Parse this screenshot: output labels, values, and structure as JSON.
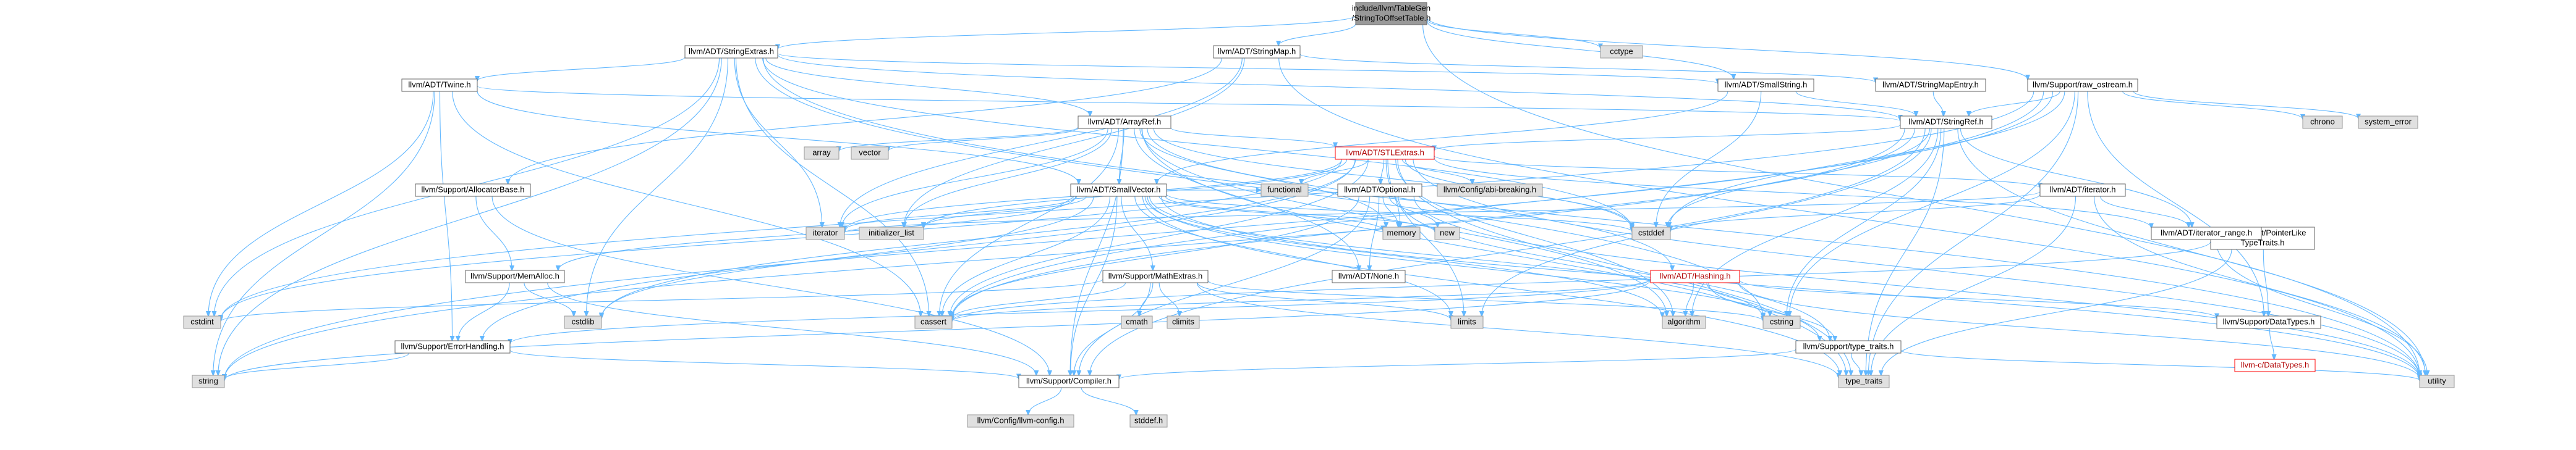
{
  "colors": {
    "root_fill": "#999999",
    "internal_fill": "#ffffff",
    "system_fill": "#e0e0e0",
    "truncated_border": "#ff0000",
    "normal_border": "#666666",
    "edge": "#63b8ff",
    "text": "#000000",
    "truncated_text": "#b00000"
  },
  "nodes": [
    {
      "id": "root",
      "label": [
        "include/llvm/TableGen",
        "/StringToOffsetTable.h"
      ],
      "kind": "root"
    },
    {
      "id": "stringextras",
      "label": [
        "llvm/ADT/StringExtras.h"
      ],
      "kind": "internal"
    },
    {
      "id": "stringmap",
      "label": [
        "llvm/ADT/StringMap.h"
      ],
      "kind": "internal"
    },
    {
      "id": "cctype",
      "label": [
        "cctype"
      ],
      "kind": "system"
    },
    {
      "id": "smallstring",
      "label": [
        "llvm/ADT/SmallString.h"
      ],
      "kind": "internal"
    },
    {
      "id": "stringmapentry",
      "label": [
        "llvm/ADT/StringMapEntry.h"
      ],
      "kind": "internal"
    },
    {
      "id": "raw_ostream",
      "label": [
        "llvm/Support/raw_ostream.h"
      ],
      "kind": "internal"
    },
    {
      "id": "twine",
      "label": [
        "llvm/ADT/Twine.h"
      ],
      "kind": "internal"
    },
    {
      "id": "arrayref",
      "label": [
        "llvm/ADT/ArrayRef.h"
      ],
      "kind": "internal"
    },
    {
      "id": "stringref",
      "label": [
        "llvm/ADT/StringRef.h"
      ],
      "kind": "internal"
    },
    {
      "id": "chrono",
      "label": [
        "chrono"
      ],
      "kind": "system"
    },
    {
      "id": "system_error",
      "label": [
        "system_error"
      ],
      "kind": "system"
    },
    {
      "id": "array",
      "label": [
        "array"
      ],
      "kind": "system"
    },
    {
      "id": "vector",
      "label": [
        "vector"
      ],
      "kind": "system"
    },
    {
      "id": "stlextras",
      "label": [
        "llvm/ADT/STLExtras.h"
      ],
      "kind": "truncated"
    },
    {
      "id": "allocatorbase",
      "label": [
        "llvm/Support/AllocatorBase.h"
      ],
      "kind": "internal"
    },
    {
      "id": "smallvector",
      "label": [
        "llvm/ADT/SmallVector.h"
      ],
      "kind": "internal"
    },
    {
      "id": "functional",
      "label": [
        "functional"
      ],
      "kind": "system"
    },
    {
      "id": "optional",
      "label": [
        "llvm/ADT/Optional.h"
      ],
      "kind": "internal"
    },
    {
      "id": "abibreaking",
      "label": [
        "llvm/Config/abi-breaking.h"
      ],
      "kind": "system"
    },
    {
      "id": "adtiterator",
      "label": [
        "llvm/ADT/iterator.h"
      ],
      "kind": "internal"
    },
    {
      "id": "pointerliketraits",
      "label": [
        "llvm/Support/PointerLike",
        "TypeTraits.h"
      ],
      "kind": "internal"
    },
    {
      "id": "iterator",
      "label": [
        "iterator"
      ],
      "kind": "system"
    },
    {
      "id": "initializer_list",
      "label": [
        "initializer_list"
      ],
      "kind": "system"
    },
    {
      "id": "memory",
      "label": [
        "memory"
      ],
      "kind": "system"
    },
    {
      "id": "new",
      "label": [
        "new"
      ],
      "kind": "system"
    },
    {
      "id": "cstddef",
      "label": [
        "cstddef"
      ],
      "kind": "system"
    },
    {
      "id": "iterator_range",
      "label": [
        "llvm/ADT/iterator_range.h"
      ],
      "kind": "internal"
    },
    {
      "id": "memalloc",
      "label": [
        "llvm/Support/MemAlloc.h"
      ],
      "kind": "internal"
    },
    {
      "id": "mathextras",
      "label": [
        "llvm/Support/MathExtras.h"
      ],
      "kind": "internal"
    },
    {
      "id": "none",
      "label": [
        "llvm/ADT/None.h"
      ],
      "kind": "internal"
    },
    {
      "id": "hashing",
      "label": [
        "llvm/ADT/Hashing.h"
      ],
      "kind": "truncated"
    },
    {
      "id": "datatypes",
      "label": [
        "llvm/Support/DataTypes.h"
      ],
      "kind": "internal"
    },
    {
      "id": "cstdint",
      "label": [
        "cstdint"
      ],
      "kind": "system"
    },
    {
      "id": "cstdlib",
      "label": [
        "cstdlib"
      ],
      "kind": "system"
    },
    {
      "id": "cassert",
      "label": [
        "cassert"
      ],
      "kind": "system"
    },
    {
      "id": "cmath",
      "label": [
        "cmath"
      ],
      "kind": "system"
    },
    {
      "id": "climits",
      "label": [
        "climits"
      ],
      "kind": "system"
    },
    {
      "id": "limits",
      "label": [
        "limits"
      ],
      "kind": "system"
    },
    {
      "id": "algorithm",
      "label": [
        "algorithm"
      ],
      "kind": "system"
    },
    {
      "id": "cstring",
      "label": [
        "cstring"
      ],
      "kind": "system"
    },
    {
      "id": "type_traits_h",
      "label": [
        "llvm/Support/type_traits.h"
      ],
      "kind": "internal"
    },
    {
      "id": "errorhandling",
      "label": [
        "llvm/Support/ErrorHandling.h"
      ],
      "kind": "internal"
    },
    {
      "id": "string",
      "label": [
        "string"
      ],
      "kind": "system"
    },
    {
      "id": "compiler",
      "label": [
        "llvm/Support/Compiler.h"
      ],
      "kind": "internal"
    },
    {
      "id": "type_traits",
      "label": [
        "type_traits"
      ],
      "kind": "system"
    },
    {
      "id": "utility",
      "label": [
        "utility"
      ],
      "kind": "system"
    },
    {
      "id": "llvmc_datatypes",
      "label": [
        "llvm-c/DataTypes.h"
      ],
      "kind": "truncated"
    },
    {
      "id": "llvmconfig",
      "label": [
        "llvm/Config/llvm-config.h"
      ],
      "kind": "system"
    },
    {
      "id": "stddef",
      "label": [
        "stddef.h"
      ],
      "kind": "system"
    }
  ],
  "edges": [
    [
      "root",
      "stringextras"
    ],
    [
      "root",
      "stringmap"
    ],
    [
      "root",
      "cctype"
    ],
    [
      "root",
      "smallstring"
    ],
    [
      "root",
      "raw_ostream"
    ],
    [
      "root",
      "utility"
    ],
    [
      "stringextras",
      "twine"
    ],
    [
      "stringextras",
      "arrayref"
    ],
    [
      "stringextras",
      "smallstring"
    ],
    [
      "stringextras",
      "stringref"
    ],
    [
      "stringextras",
      "cassert"
    ],
    [
      "stringextras",
      "cstddef"
    ],
    [
      "stringextras",
      "cstdint"
    ],
    [
      "stringextras",
      "cstdlib"
    ],
    [
      "stringextras",
      "cstring"
    ],
    [
      "stringextras",
      "iterator"
    ],
    [
      "stringextras",
      "string"
    ],
    [
      "stringextras",
      "utility"
    ],
    [
      "stringmap",
      "stringmapentry"
    ],
    [
      "stringmap",
      "allocatorbase"
    ],
    [
      "stringmap",
      "iterator"
    ],
    [
      "stringmap",
      "initializer_list"
    ],
    [
      "stringmap",
      "utility"
    ],
    [
      "smallstring",
      "smallvector"
    ],
    [
      "smallstring",
      "stringref"
    ],
    [
      "smallstring",
      "cstddef"
    ],
    [
      "stringmapentry",
      "stringref"
    ],
    [
      "raw_ostream",
      "stringref"
    ],
    [
      "raw_ostream",
      "datatypes"
    ],
    [
      "raw_ostream",
      "cassert"
    ],
    [
      "raw_ostream",
      "chrono"
    ],
    [
      "raw_ostream",
      "cstddef"
    ],
    [
      "raw_ostream",
      "cstdint"
    ],
    [
      "raw_ostream",
      "cstring"
    ],
    [
      "raw_ostream",
      "string"
    ],
    [
      "raw_ostream",
      "system_error"
    ],
    [
      "raw_ostream",
      "type_traits"
    ],
    [
      "twine",
      "smallvector"
    ],
    [
      "twine",
      "stringref"
    ],
    [
      "twine",
      "errorhandling"
    ],
    [
      "twine",
      "cassert"
    ],
    [
      "twine",
      "cstdint"
    ],
    [
      "twine",
      "string"
    ],
    [
      "arrayref",
      "hashing"
    ],
    [
      "arrayref",
      "none"
    ],
    [
      "arrayref",
      "smallvector"
    ],
    [
      "arrayref",
      "stlextras"
    ],
    [
      "arrayref",
      "compiler"
    ],
    [
      "arrayref",
      "algorithm"
    ],
    [
      "arrayref",
      "array"
    ],
    [
      "arrayref",
      "cassert"
    ],
    [
      "arrayref",
      "cstddef"
    ],
    [
      "arrayref",
      "initializer_list"
    ],
    [
      "arrayref",
      "iterator"
    ],
    [
      "arrayref",
      "memory"
    ],
    [
      "arrayref",
      "type_traits"
    ],
    [
      "arrayref",
      "vector"
    ],
    [
      "stringref",
      "stlextras"
    ],
    [
      "stringref",
      "iterator_range"
    ],
    [
      "stringref",
      "compiler"
    ],
    [
      "stringref",
      "algorithm"
    ],
    [
      "stringref",
      "cassert"
    ],
    [
      "stringref",
      "cstddef"
    ],
    [
      "stringref",
      "cstring"
    ],
    [
      "stringref",
      "limits"
    ],
    [
      "stringref",
      "string"
    ],
    [
      "stringref",
      "type_traits"
    ],
    [
      "stringref",
      "utility"
    ],
    [
      "stlextras",
      "optional"
    ],
    [
      "stlextras",
      "adtiterator"
    ],
    [
      "stlextras",
      "iterator_range"
    ],
    [
      "stlextras",
      "errorhandling"
    ],
    [
      "stlextras",
      "functional"
    ],
    [
      "stlextras",
      "abibreaking"
    ],
    [
      "stlextras",
      "algorithm"
    ],
    [
      "stlextras",
      "cassert"
    ],
    [
      "stlextras",
      "cstddef"
    ],
    [
      "stlextras",
      "cstdint"
    ],
    [
      "stlextras",
      "cstdlib"
    ],
    [
      "stlextras",
      "initializer_list"
    ],
    [
      "stlextras",
      "iterator"
    ],
    [
      "stlextras",
      "limits"
    ],
    [
      "stlextras",
      "memory"
    ],
    [
      "stlextras",
      "tuple_placeholder"
    ],
    [
      "stlextras",
      "type_traits"
    ],
    [
      "stlextras",
      "utility"
    ],
    [
      "allocatorbase",
      "compiler"
    ],
    [
      "allocatorbase",
      "memalloc"
    ],
    [
      "smallvector",
      "compiler"
    ],
    [
      "smallvector",
      "type_traits_h"
    ],
    [
      "smallvector",
      "algorithm"
    ],
    [
      "smallvector",
      "cassert"
    ],
    [
      "smallvector",
      "cstddef"
    ],
    [
      "smallvector",
      "cstdlib"
    ],
    [
      "smallvector",
      "cstring"
    ],
    [
      "smallvector",
      "functional"
    ],
    [
      "smallvector",
      "initializer_list"
    ],
    [
      "smallvector",
      "iterator"
    ],
    [
      "smallvector",
      "limits"
    ],
    [
      "smallvector",
      "memory"
    ],
    [
      "smallvector",
      "new"
    ],
    [
      "smallvector",
      "type_traits"
    ],
    [
      "smallvector",
      "utility"
    ],
    [
      "smallvector",
      "mathextras"
    ],
    [
      "smallvector",
      "memalloc"
    ],
    [
      "optional",
      "none"
    ],
    [
      "optional",
      "compiler"
    ],
    [
      "optional",
      "type_traits_h"
    ],
    [
      "optional",
      "cassert"
    ],
    [
      "optional",
      "memory"
    ],
    [
      "optional",
      "new"
    ],
    [
      "optional",
      "utility"
    ],
    [
      "adtiterator",
      "iterator_range"
    ],
    [
      "adtiterator",
      "cstddef"
    ],
    [
      "adtiterator",
      "iterator"
    ],
    [
      "adtiterator",
      "type_traits"
    ],
    [
      "adtiterator",
      "utility"
    ],
    [
      "pointerliketraits",
      "datatypes"
    ],
    [
      "pointerliketraits",
      "cassert"
    ],
    [
      "pointerliketraits",
      "type_traits"
    ],
    [
      "iterator_range",
      "utility"
    ],
    [
      "memalloc",
      "compiler"
    ],
    [
      "memalloc",
      "errorhandling"
    ],
    [
      "memalloc",
      "cstdlib"
    ],
    [
      "mathextras",
      "compiler"
    ],
    [
      "mathextras",
      "cassert"
    ],
    [
      "mathextras",
      "climits"
    ],
    [
      "mathextras",
      "cmath"
    ],
    [
      "mathextras",
      "cstdint"
    ],
    [
      "mathextras",
      "cstring"
    ],
    [
      "mathextras",
      "limits"
    ],
    [
      "mathextras",
      "type_traits"
    ],
    [
      "hashing",
      "errorhandling"
    ],
    [
      "hashing",
      "datatypes"
    ],
    [
      "hashing",
      "type_traits_h"
    ],
    [
      "hashing",
      "algorithm"
    ],
    [
      "hashing",
      "cassert"
    ],
    [
      "hashing",
      "cstring"
    ],
    [
      "hashing",
      "string"
    ],
    [
      "hashing",
      "tuple_placeholder"
    ],
    [
      "hashing",
      "utility"
    ],
    [
      "datatypes",
      "llvmc_datatypes"
    ],
    [
      "type_traits_h",
      "compiler"
    ],
    [
      "type_traits_h",
      "type_traits"
    ],
    [
      "type_traits_h",
      "utility"
    ],
    [
      "errorhandling",
      "compiler"
    ],
    [
      "errorhandling",
      "string"
    ],
    [
      "compiler",
      "llvmconfig"
    ],
    [
      "compiler",
      "stddef"
    ]
  ]
}
